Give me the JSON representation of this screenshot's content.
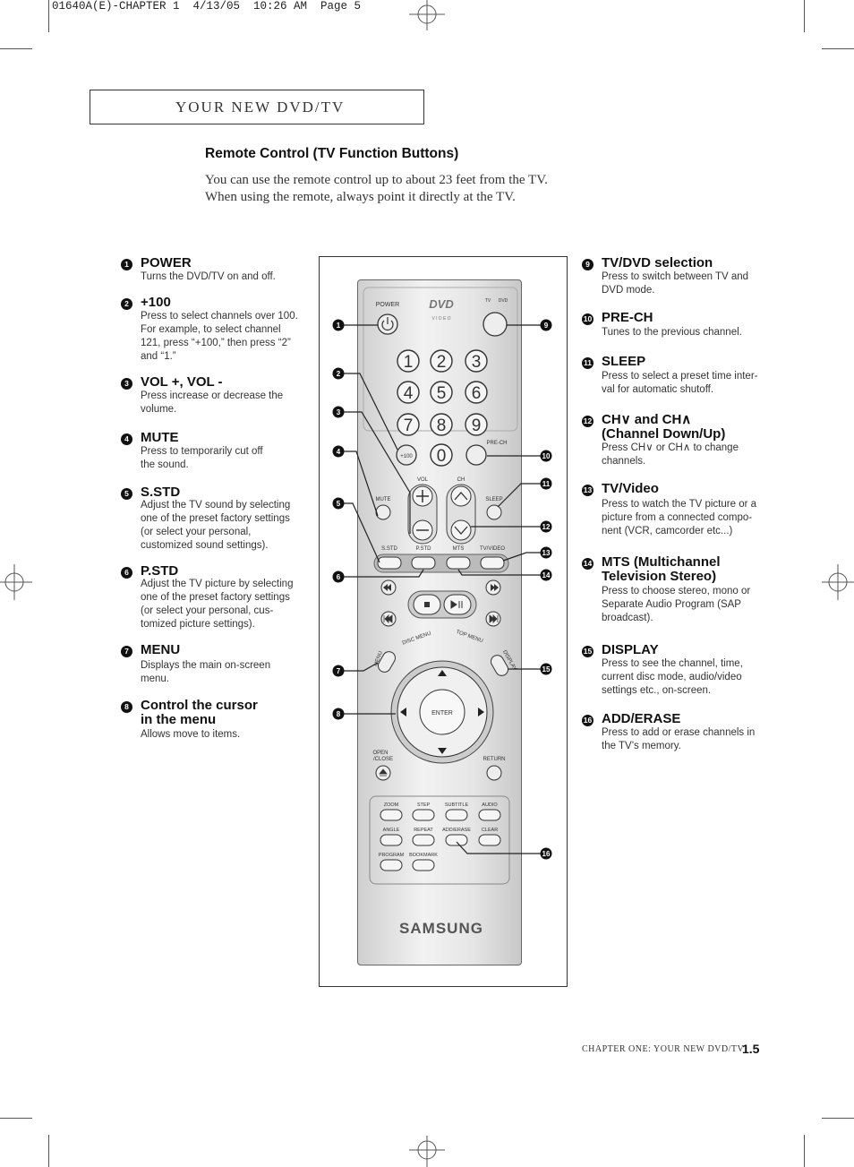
{
  "print_header": "01640A(E)-CHAPTER 1  4/13/05  10:26 AM  Page 5",
  "page_title": "YOUR NEW DVD/TV",
  "section_title": "Remote Control (TV Function Buttons)",
  "intro": [
    "You can use the remote control up to about 23 feet from the TV.",
    "When using the remote, always point it directly at the TV."
  ],
  "left_items": [
    {
      "num": "1",
      "head": "POWER",
      "desc": [
        "Turns the DVD/TV on and off."
      ]
    },
    {
      "num": "2",
      "head": "+100",
      "desc": [
        "Press to select channels over 100.",
        "For example, to select channel",
        "121, press “+100,” then press “2”",
        "and “1.”"
      ]
    },
    {
      "num": "3",
      "head": "VOL +, VOL -",
      "desc": [
        "Press increase or decrease the",
        "volume."
      ]
    },
    {
      "num": "4",
      "head": "MUTE",
      "desc": [
        "Press to temporarily cut off",
        "the sound."
      ]
    },
    {
      "num": "5",
      "head": "S.STD",
      "desc": [
        "Adjust the TV sound by selecting",
        "one of the preset factory settings",
        "(or select your personal,",
        "customized sound settings)."
      ]
    },
    {
      "num": "6",
      "head": "P.STD",
      "desc": [
        "Adjust the TV picture by selecting",
        "one of the preset factory settings",
        "(or select your personal, cus-",
        "tomized picture settings)."
      ]
    },
    {
      "num": "7",
      "head": "MENU",
      "desc": [
        "Displays the main on-screen",
        "menu."
      ]
    },
    {
      "num": "8",
      "head": "Control the cursor",
      "head2": "in the menu",
      "desc": [
        "Allows move to items."
      ]
    }
  ],
  "right_items": [
    {
      "num": "9",
      "head": "TV/DVD selection",
      "desc": [
        "Press to switch between TV and",
        "DVD mode."
      ]
    },
    {
      "num": "10",
      "head": "PRE-CH",
      "desc": [
        "Tunes to the previous channel."
      ]
    },
    {
      "num": "11",
      "head": "SLEEP",
      "desc": [
        "Press to select a preset time inter-",
        "val for automatic shutoff."
      ]
    },
    {
      "num": "12",
      "head": "CH∨ and CH∧",
      "head2": "(Channel Down/Up)",
      "desc": [
        "Press CH∨ or CH∧ to change",
        "channels."
      ]
    },
    {
      "num": "13",
      "head": "TV/Video",
      "desc": [
        "Press to watch the TV picture or a",
        "picture from a connected compo-",
        "nent (VCR, camcorder etc...)"
      ]
    },
    {
      "num": "14",
      "head": "MTS (Multichannel",
      "head2": "Television Stereo)",
      "desc": [
        "Press to choose stereo, mono or",
        "Separate Audio Program (SAP",
        "broadcast)."
      ]
    },
    {
      "num": "15",
      "head": "DISPLAY",
      "desc": [
        "Press to see the channel, time,",
        "current disc mode, audio/video",
        "settings etc., on-screen."
      ]
    },
    {
      "num": "16",
      "head": "ADD/ERASE",
      "desc": [
        "Press to add or erase channels in",
        "the TV’s memory."
      ]
    }
  ],
  "remote": {
    "power": "POWER",
    "dvd_logo": "DVD",
    "video_text": "V I D E O",
    "tv": "TV",
    "dvd": "DVD",
    "digits": [
      "1",
      "2",
      "3",
      "4",
      "5",
      "6",
      "7",
      "8",
      "9"
    ],
    "plus100": "+100",
    "zero": "0",
    "prech": "PRE-CH",
    "vol": "VOL",
    "ch": "CH",
    "mute": "MUTE",
    "sleep": "SLEEP",
    "sstd": "S.STD",
    "pstd": "P.STD",
    "mts": "MTS",
    "tvvideo": "TV/VIDEO",
    "menu": "MENU",
    "disc_menu": "DISC MENU",
    "top_menu": "TOP MENU",
    "display": "DISPLAY",
    "enter": "ENTER",
    "open_close": [
      "OPEN",
      "/CLOSE"
    ],
    "return": "RETURN",
    "bottom_row1": [
      "ZOOM",
      "STEP",
      "SUBTITLE",
      "AUDIO"
    ],
    "bottom_row2": [
      "ANGLE",
      "REPEAT",
      "ADD/ERASE",
      "CLEAR"
    ],
    "bottom_row3": [
      "PROGRAM",
      "BOOKMARK"
    ],
    "brand": "SAMSUNG",
    "callouts": [
      "1",
      "2",
      "3",
      "4",
      "5",
      "6",
      "7",
      "8",
      "9",
      "10",
      "11",
      "12",
      "13",
      "14",
      "15",
      "16"
    ]
  },
  "footer": "CHAPTER ONE: YOUR NEW DVD/TV",
  "page_number": "1.5"
}
